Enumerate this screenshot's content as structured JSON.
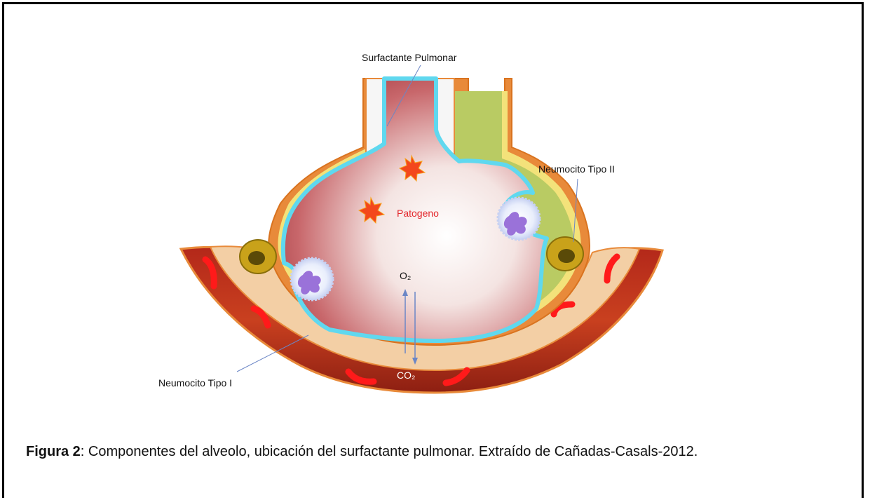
{
  "labels": {
    "surfactante": "Surfactante Pulmonar",
    "neumocito_ii": "Neumocito Tipo II",
    "patogeno": "Patogeno",
    "o2": "O₂",
    "co2": "CO₂",
    "neumocito_i": "Neumocito Tipo I"
  },
  "caption": {
    "label": "Figura 2",
    "text": ": Componentes del alveolo, ubicación del surfactante pulmonar. Extraído de Cañadas-Casals-2012."
  },
  "colors": {
    "alveolus_lumen": "#b2474d",
    "surfactant": "#5fd8ef",
    "capillary_red": "#c1311c",
    "outer_orange": "#e88a3a",
    "wall_yellow": "#f3e27a",
    "pathogen": "#f3471c",
    "frame": "#000000"
  }
}
